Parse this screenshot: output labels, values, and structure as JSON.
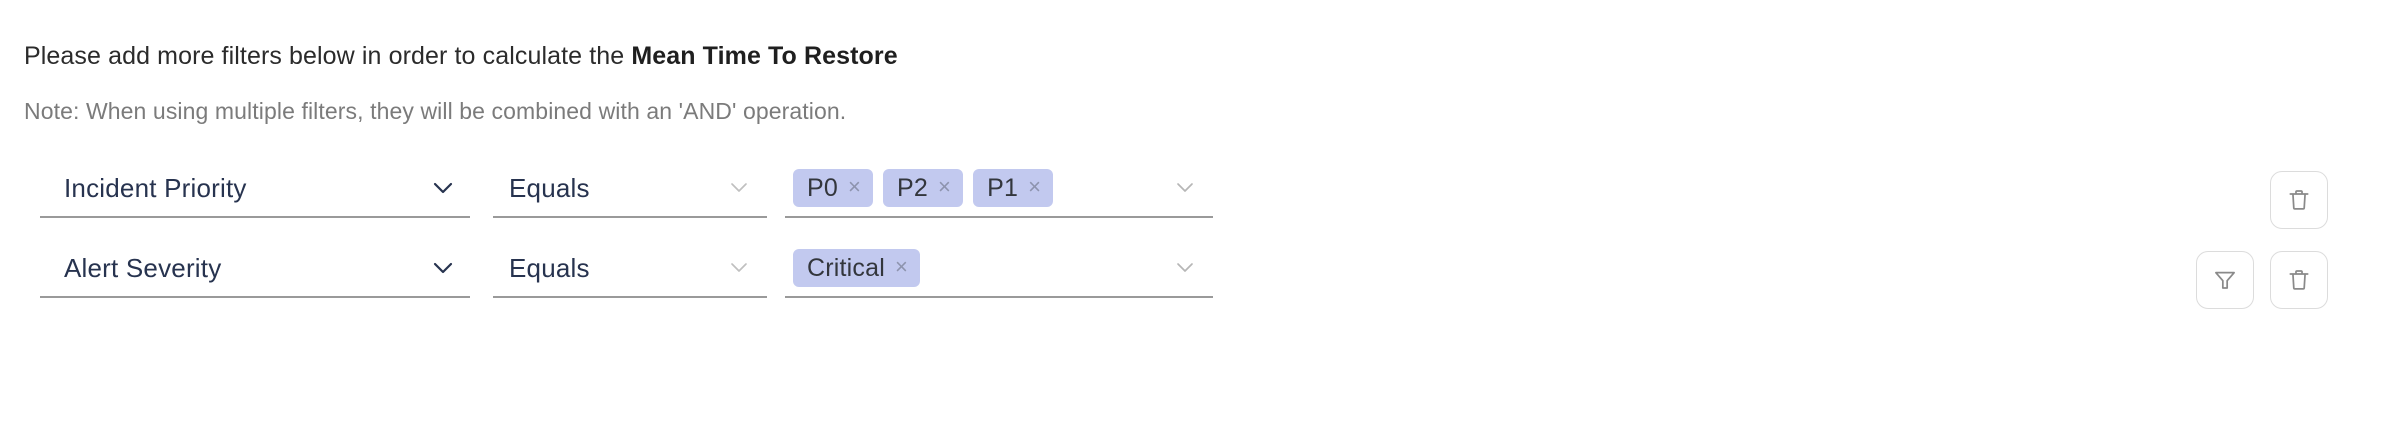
{
  "heading": {
    "prefix": "Please add more filters below in order to calculate the ",
    "metric": "Mean Time To Restore"
  },
  "note": {
    "text": "Note: When using multiple filters, they will be combined with an 'AND' operation."
  },
  "colors": {
    "chip_bg": "#c2c9ef",
    "field_text": "#27334f",
    "underline": "#9a9a9a",
    "note_text": "#7b7b7b",
    "icon_stroke": "#8a8a8a"
  },
  "filters": [
    {
      "attribute": "Incident Priority",
      "operator": "Equals",
      "values": [
        "P0",
        "P2",
        "P1"
      ],
      "chip_remove_label": "×",
      "actions": [
        "delete"
      ]
    },
    {
      "attribute": "Alert Severity",
      "operator": "Equals",
      "values": [
        "Critical"
      ],
      "chip_remove_label": "×",
      "actions": [
        "filter",
        "delete"
      ]
    }
  ]
}
